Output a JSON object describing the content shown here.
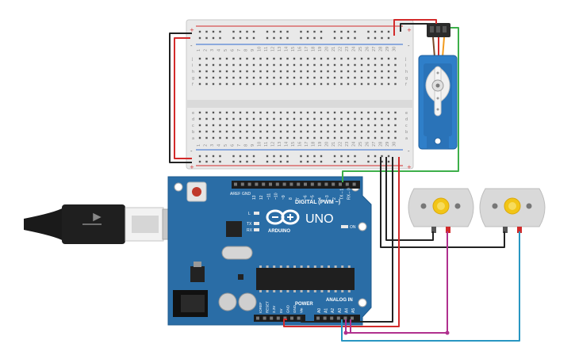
{
  "board": {
    "name": "UNO",
    "brand": "ARDUINO",
    "digital_header": "DIGITAL (PWM ~)",
    "power_header": "POWER",
    "analog_header": "ANALOG IN",
    "on_label": "ON",
    "led_labels": [
      "L",
      "TX",
      "RX"
    ],
    "aref": "AREF",
    "gnd": "GND",
    "digital_pins": [
      "13",
      "12",
      "~11",
      "~10",
      "~9",
      "8",
      "7",
      "~6",
      "~5",
      "4",
      "~3",
      "2",
      "TX→1",
      "RX←0"
    ],
    "power_pins": [
      "IOREF",
      "RESET",
      "3.3V",
      "5V",
      "GND",
      "GND",
      "Vin"
    ],
    "analog_pins": [
      "A0",
      "A1",
      "A2",
      "A3",
      "A4",
      "A5"
    ]
  },
  "breadboard": {
    "plus": "+",
    "minus": "-",
    "row_letters_top": [
      "j",
      "i",
      "h",
      "g",
      "f"
    ],
    "row_letters_bottom": [
      "e",
      "d",
      "c",
      "b",
      "a"
    ],
    "columns": [
      "1",
      "2",
      "3",
      "4",
      "5",
      "6",
      "7",
      "8",
      "9",
      "10",
      "11",
      "12",
      "13",
      "14",
      "15",
      "16",
      "17",
      "18",
      "19",
      "20",
      "21",
      "22",
      "23",
      "24",
      "25",
      "26",
      "27",
      "28",
      "29",
      "30"
    ]
  },
  "colors": {
    "board": "#2a6da6",
    "board_dark": "#1d5a8e",
    "breadboard": "#e8e8e8",
    "wire_red": "#d22b2b",
    "wire_black": "#222222",
    "wire_green": "#3daf4a",
    "wire_magenta": "#b0308e",
    "wire_blue": "#2896c2",
    "servo": "#2f7fc9",
    "motor": "#d9d9d9",
    "gear": "#f2c516"
  },
  "icons": [
    "usb-plug-icon",
    "arduino-infinity-logo-icon",
    "servo-motor-icon",
    "dc-motor-icon",
    "gear-icon"
  ]
}
